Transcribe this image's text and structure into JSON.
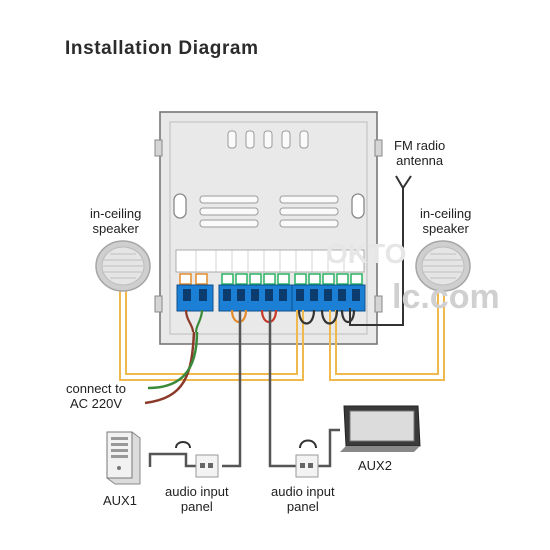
{
  "title": "Installation Diagram",
  "labels": {
    "fm_antenna": [
      "FM radio",
      "antenna"
    ],
    "speaker_left": [
      "in-ceiling",
      "speaker"
    ],
    "speaker_right": [
      "in-ceiling",
      "speaker"
    ],
    "power": [
      "connect to",
      "AC 220V"
    ],
    "aux1": "AUX1",
    "aux2": "AUX2",
    "panel_left": [
      "audio input",
      "panel"
    ],
    "panel_right": [
      "audio input",
      "panel"
    ]
  },
  "watermark": {
    "top": "OKTO",
    "bottom": "lc.com"
  },
  "colors": {
    "speaker_wire": "#f0b94e",
    "audio_cable": "#555555",
    "terminal_block": "#1b7fd6",
    "terminal_green": "#28b463",
    "power_brown": "#8b3a2a",
    "power_green": "#3a8a3a"
  }
}
